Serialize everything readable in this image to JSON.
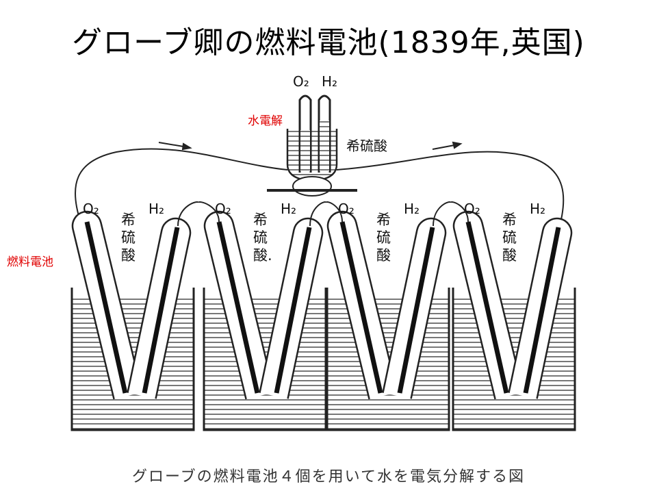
{
  "title": "グローブ卿の燃料電池(1839年,英国)",
  "caption": "グローブの燃料電池４個を用いて水を電気分解する図",
  "annotations": {
    "electrolysis": "水電解",
    "fuel_cell": "燃料電池"
  },
  "electrolysis_cell": {
    "o2_label": "O₂",
    "h2_label": "H₂",
    "acid_label": "希硫酸"
  },
  "cells": [
    {
      "o2": "O₂",
      "h2": "H₂",
      "acid": [
        "希",
        "硫",
        "酸"
      ]
    },
    {
      "o2": "O₂",
      "h2": "H₂",
      "acid": [
        "希",
        "硫",
        "酸."
      ]
    },
    {
      "o2": "O₂",
      "h2": "H₂",
      "acid": [
        "希",
        "硫",
        "酸"
      ]
    },
    {
      "o2": "O₂",
      "h2": "H₂",
      "acid": [
        "希",
        "硫",
        "酸"
      ]
    }
  ]
}
